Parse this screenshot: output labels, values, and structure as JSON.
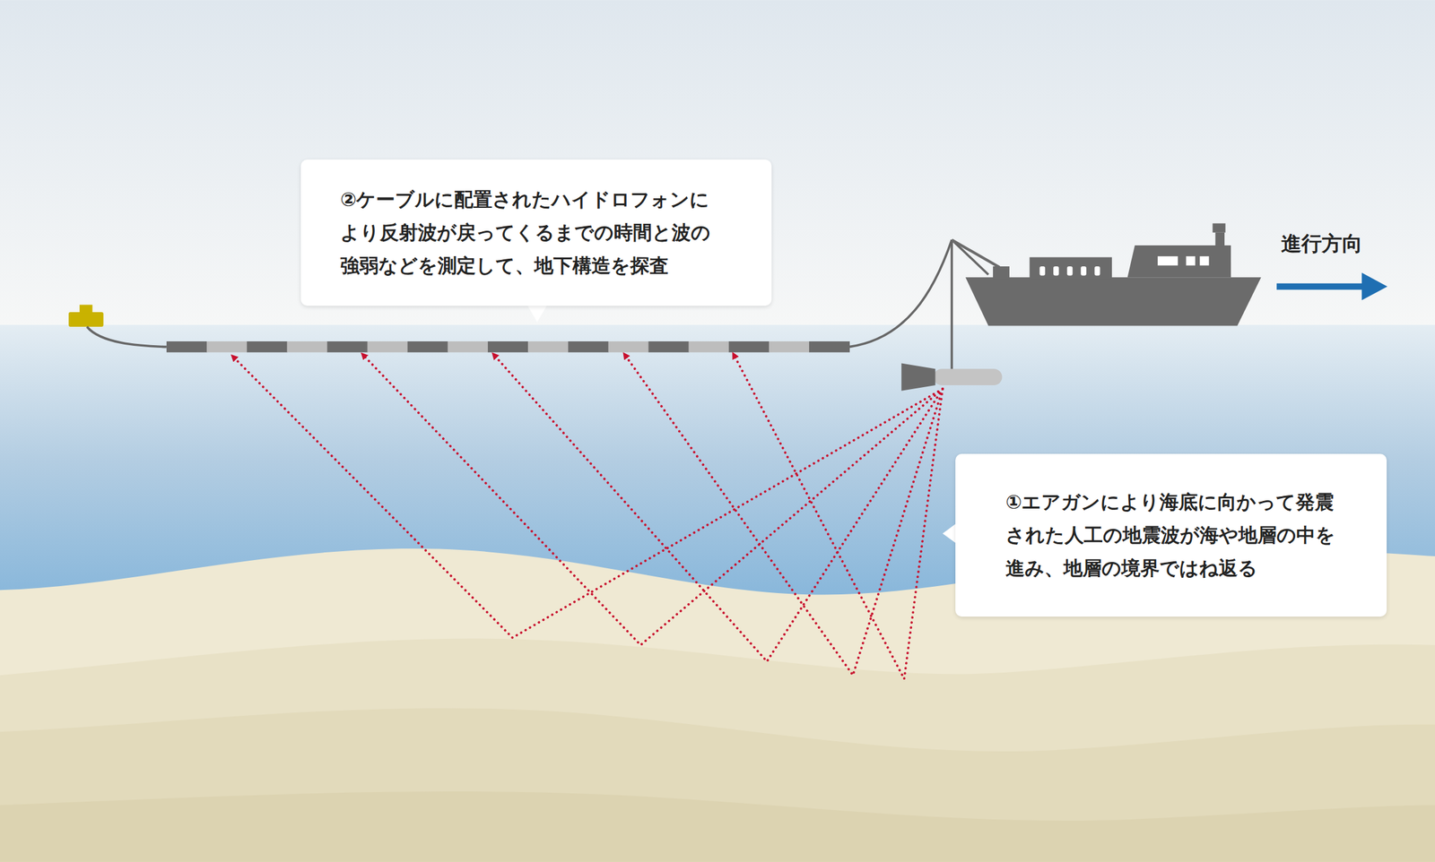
{
  "diagram": {
    "nodes": [
      {
        "text": [
          "②ケーブルに配置されたハイドロフォンに より反射波が戻ってくるまでの時間と波の 強弱などを測定して、地下構造を探査"
        ]
      },
      {
        "text": [
          "①エアガンにより海底に向かって発震 された人工の地震波が海や地層の中を 進み、地層の境界ではね返る"
        ]
      }
    ],
    "labels": [
      "進行方向"
    ]
  }
}
